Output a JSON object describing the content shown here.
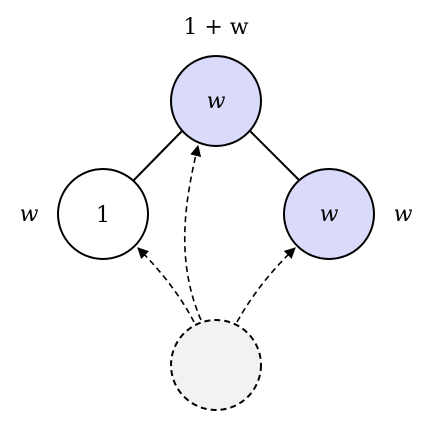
{
  "colors": {
    "highlight_fill": "#dadafa",
    "plain_fill": "#ffffff",
    "ghost_fill": "#f2f2f2",
    "stroke": "#000000"
  },
  "nodes": {
    "top": {
      "label": "w",
      "weight_label": "1 + w",
      "fill": "highlight"
    },
    "left": {
      "label": "1",
      "weight_label": "w",
      "fill": "plain"
    },
    "right": {
      "label": "w",
      "weight_label": "w",
      "fill": "highlight"
    },
    "bottom": {
      "label": "",
      "style": "dashed",
      "fill": "ghost"
    }
  },
  "edges": [
    {
      "from": "top",
      "to": "left",
      "style": "solid"
    },
    {
      "from": "top",
      "to": "right",
      "style": "solid"
    },
    {
      "from": "bottom",
      "to": "top",
      "style": "dashed-arrow"
    },
    {
      "from": "bottom",
      "to": "left",
      "style": "dashed-arrow"
    },
    {
      "from": "bottom",
      "to": "right",
      "style": "dashed-arrow"
    }
  ]
}
